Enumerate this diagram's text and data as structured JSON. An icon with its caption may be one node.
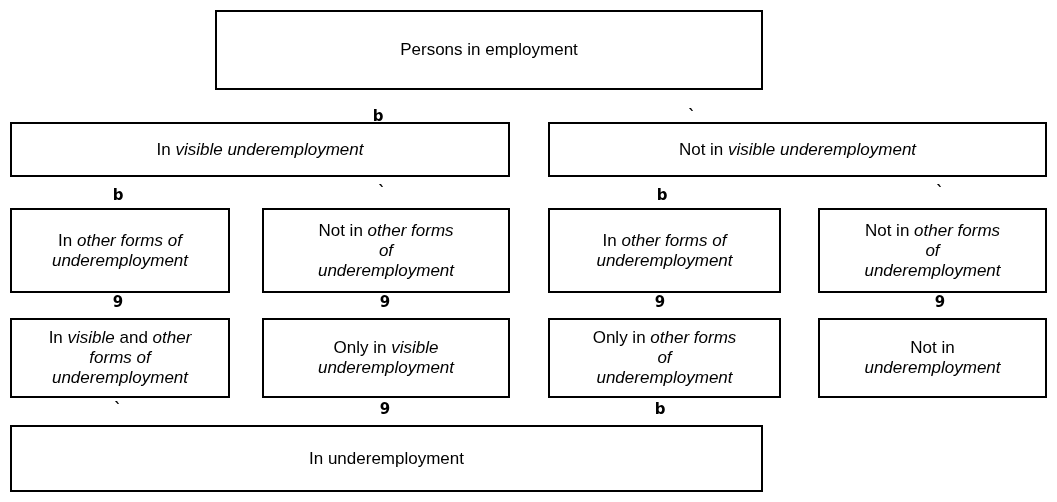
{
  "diagram": {
    "nodes": [
      {
        "text": [
          "Persons in employment"
        ]
      },
      {
        "text": [
          "In *visible underemployment*"
        ]
      },
      {
        "text": [
          "Not in *visible underemployment*"
        ]
      },
      {
        "text": [
          "In *other forms of underemployment*"
        ]
      },
      {
        "text": [
          "Not in *other forms of underemployment*"
        ]
      },
      {
        "text": [
          "In *other forms of underemployment*"
        ]
      },
      {
        "text": [
          "Not in *other forms of underemployment*"
        ]
      },
      {
        "text": [
          "In *visible* and *other forms of underemployment*"
        ]
      },
      {
        "text": [
          "Only in *visible underemployment*"
        ]
      },
      {
        "text": [
          "Only in *other forms of underemployment*"
        ]
      },
      {
        "text": [
          "Not in *underemployment*"
        ]
      },
      {
        "text": [
          "In underemployment"
        ]
      }
    ],
    "labels": [
      "b",
      "`",
      "b",
      "`",
      "b",
      "`",
      "9",
      "9",
      "9",
      "9",
      "`",
      "9",
      "b"
    ]
  }
}
